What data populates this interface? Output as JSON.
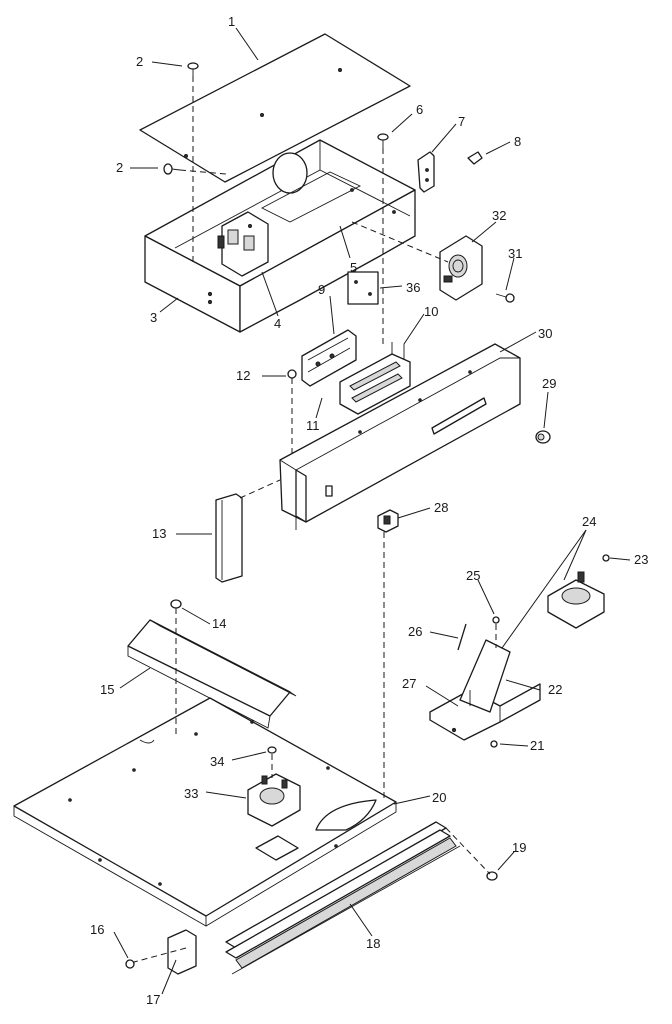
{
  "callouts": {
    "c1": "1",
    "c2a": "2",
    "c2b": "2",
    "c3": "3",
    "c4": "4",
    "c5": "5",
    "c6": "6",
    "c7": "7",
    "c8": "8",
    "c9": "9",
    "c10": "10",
    "c11": "11",
    "c12": "12",
    "c13": "13",
    "c14": "14",
    "c15": "15",
    "c16": "16",
    "c17": "17",
    "c18": "18",
    "c19": "19",
    "c20": "20",
    "c21": "21",
    "c22": "22",
    "c23": "23",
    "c24": "24",
    "c25": "25",
    "c26": "26",
    "c27": "27",
    "c28": "28",
    "c29": "29",
    "c30": "30",
    "c31": "31",
    "c32": "32",
    "c33": "33",
    "c34": "34",
    "c36": "36"
  }
}
